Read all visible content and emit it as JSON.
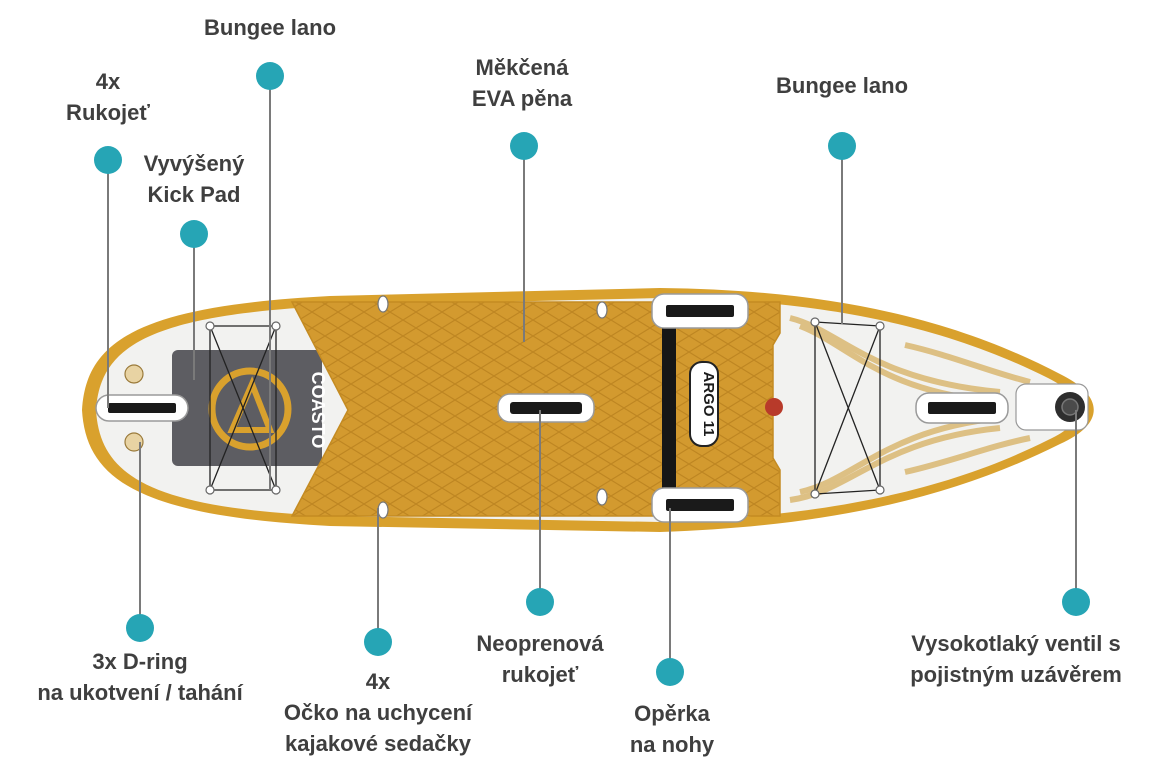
{
  "colors": {
    "accent": "#26a5b5",
    "board_yellow": "#d9a12d",
    "deck_pad": "#d39a2f",
    "kick_pad_gray": "#5d5d62",
    "label_text": "#3f3f3f",
    "leader_line": "#7a7a7a"
  },
  "board": {
    "brand_text": "COASTO",
    "model_text": "ARGO 11"
  },
  "callouts": [
    {
      "id": "bungee-front",
      "lines": [
        "Bungee lano"
      ]
    },
    {
      "id": "handles",
      "lines": [
        "4x",
        "Rukojeť"
      ]
    },
    {
      "id": "kick-pad",
      "lines": [
        "Vyvýšený",
        "Kick Pad"
      ]
    },
    {
      "id": "eva-foam",
      "lines": [
        "Měkčená",
        "EVA pěna"
      ]
    },
    {
      "id": "bungee-nose",
      "lines": [
        "Bungee lano"
      ]
    },
    {
      "id": "d-rings",
      "lines": [
        "3x D-ring",
        "na ukotvení / tahání"
      ]
    },
    {
      "id": "seat-rings",
      "lines": [
        "4x",
        "Očko na uchycení",
        "kajakové sedačky"
      ]
    },
    {
      "id": "neoprene-handle",
      "lines": [
        "Neoprenová",
        "rukojeť"
      ]
    },
    {
      "id": "footrest",
      "lines": [
        "Opěrka",
        "na nohy"
      ]
    },
    {
      "id": "valve",
      "lines": [
        "Vysokotlaký ventil s",
        "pojistným uzávěrem"
      ]
    }
  ]
}
